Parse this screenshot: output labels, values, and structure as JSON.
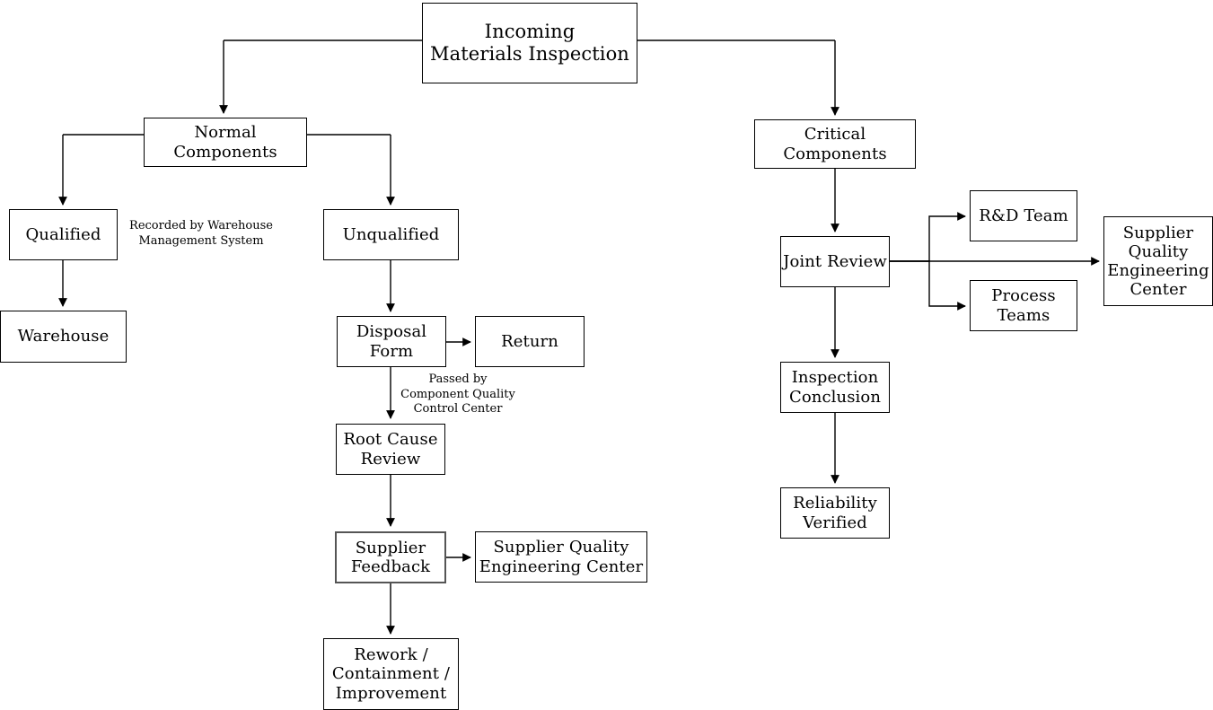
{
  "diagram": {
    "title": "Incoming Materials Inspection Flowchart",
    "background": "#ffffff",
    "line_color": "#000000",
    "text_color": "#000000"
  },
  "nodes": {
    "incoming_materials_inspection": "Incoming\nMaterials Inspection",
    "normal_components": "Normal Components",
    "critical_components": "Critical Components",
    "qualified": "Qualified",
    "warehouse": "Warehouse",
    "unqualified": "Unqualified",
    "disposal_form": "Disposal\nForm",
    "return": "Return",
    "root_cause_review": "Root Cause\nReview",
    "supplier_feedback": "Supplier\nFeedback",
    "supplier_quality_engineering_center_left": "Supplier Quality\nEngineering Center",
    "rework_containment_improvement": "Rework /\nContainment /\nImprovement",
    "joint_review": "Joint Review",
    "rd_team": "R&D Team",
    "process_teams": "Process\nTeams",
    "supplier_quality_engineering_center_right": "Supplier\nQuality\nEngineering\nCenter",
    "inspection_conclusion": "Inspection\nConclusion",
    "reliability_verified": "Reliability\nVerified"
  },
  "edge_labels": {
    "recorded_by_wms": "Recorded by Warehouse\nManagement System",
    "passed_by_cqcc": "Passed by\nComponent Quality\nControl Center"
  }
}
